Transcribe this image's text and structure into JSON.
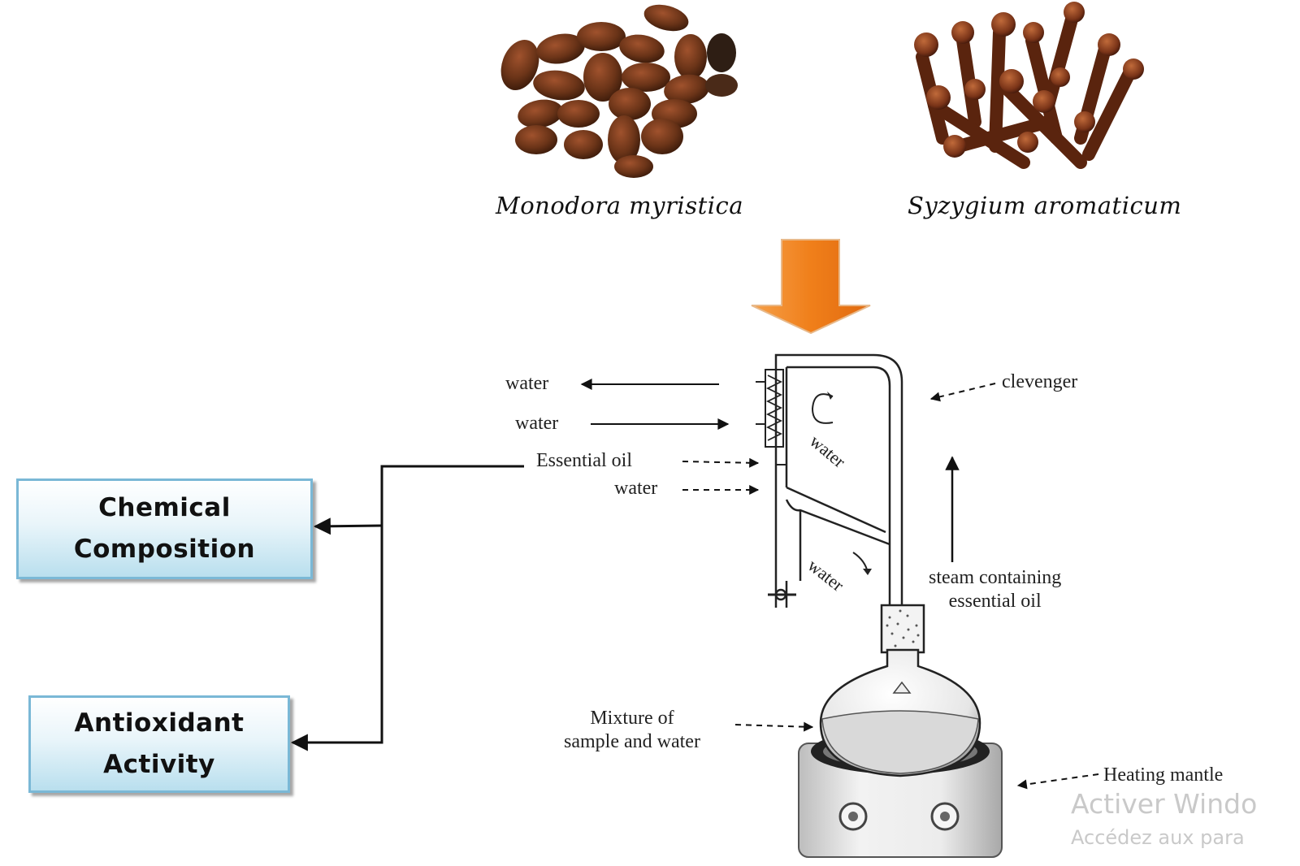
{
  "species": {
    "left": "Monodora myristica",
    "right": "Syzygium aromaticum"
  },
  "apparatus": {
    "water_out": "water",
    "water_in": "water",
    "essential_oil": "Essential oil",
    "water_layer": "water",
    "clevenger": "clevenger",
    "steam_line1": "steam containing",
    "steam_line2": "essential oil",
    "mixture_line1": "Mixture of",
    "mixture_line2": "sample and water",
    "heating_mantle": "Heating mantle",
    "tube_water_top": "water",
    "tube_water_bottom": "water"
  },
  "outputs": {
    "chemical_line1": "Chemical",
    "chemical_line2": "Composition",
    "antioxidant_line1": "Antioxidant",
    "antioxidant_line2": "Activity"
  },
  "watermark": {
    "line1": "Activer Windo",
    "line2": "Accédez aux para"
  },
  "colors": {
    "arrow_orange": "#f07f1a",
    "box_border": "#7ab8d6",
    "box_fill": "#cfe9f4"
  }
}
